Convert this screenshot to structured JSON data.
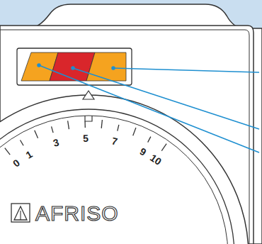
{
  "diagram": {
    "labels": [
      "0",
      "1",
      "3",
      "5",
      "7",
      "9",
      "10",
      "AFRISO"
    ]
  }
}
